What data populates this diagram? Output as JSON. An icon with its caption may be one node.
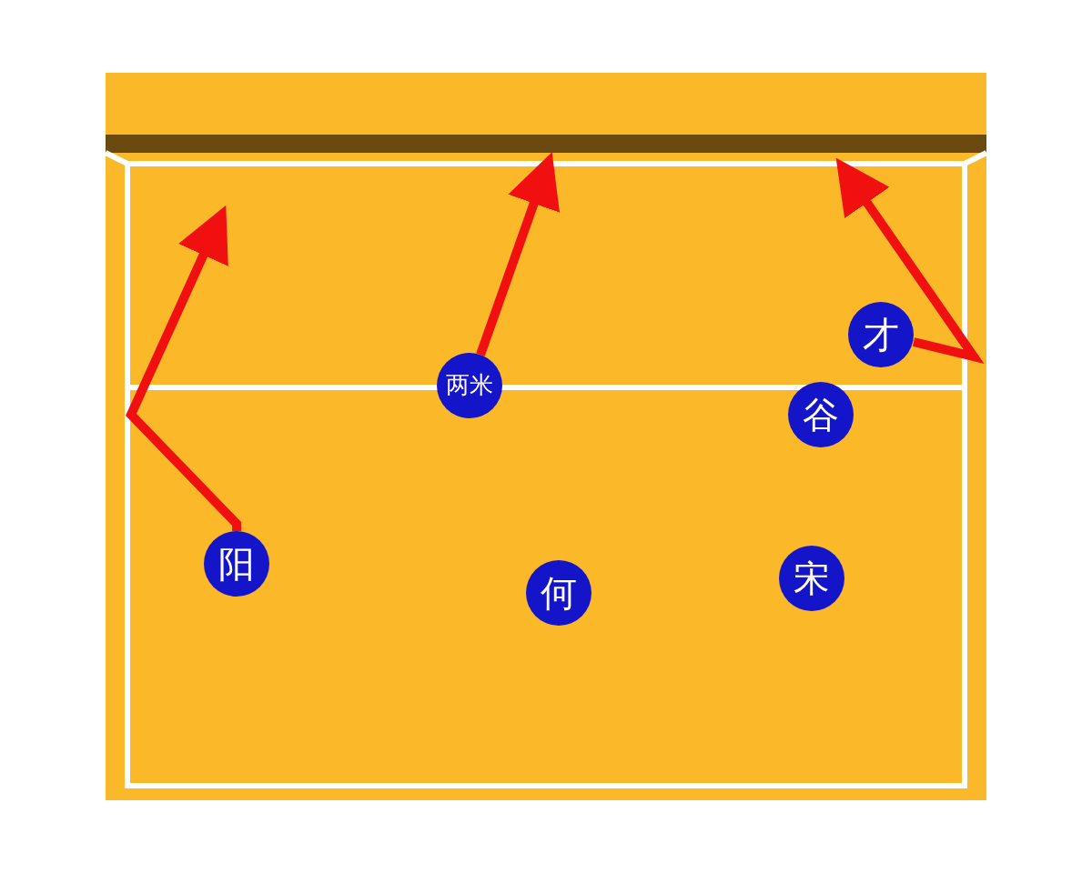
{
  "diagram": {
    "nodes": [
      {
        "text": [
          "才"
        ]
      },
      {
        "text": [
          "两米"
        ]
      },
      {
        "text": [
          "谷"
        ]
      },
      {
        "text": [
          "阳"
        ]
      },
      {
        "text": [
          "何"
        ]
      },
      {
        "text": [
          "宋"
        ]
      }
    ],
    "edges": [
      {
        "from": 3,
        "to": null,
        "arrow": "to"
      },
      {
        "from": 1,
        "to": null,
        "arrow": "to"
      },
      {
        "from": 0,
        "to": null,
        "arrow": "to"
      }
    ]
  }
}
